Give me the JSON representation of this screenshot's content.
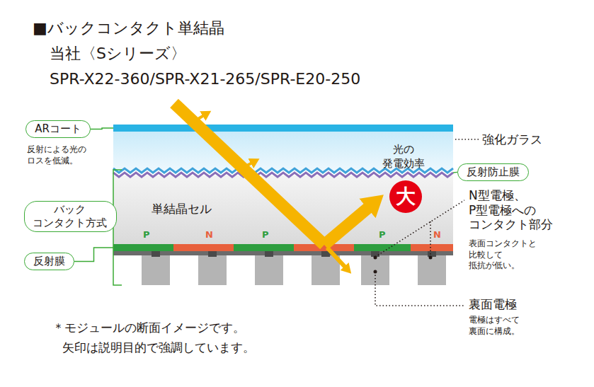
{
  "diagram": {
    "title": "■バックコンタクト単結晶",
    "nodes": [
      {
        "text": [
          "ARコート"
        ]
      },
      {
        "text": [
          "反射防止膜"
        ]
      },
      {
        "text": [
          "大"
        ]
      },
      {
        "text": [
          "バック コンタクト方式"
        ]
      },
      {
        "text": [
          "反射膜"
        ]
      }
    ],
    "labels": [
      "当社〈Sシリーズ〉",
      "SPR-X22-360/SPR-X21-265/SPR-E20-250",
      "反射による光の ロスを低減。",
      "光の 発電効率",
      "単結晶セル",
      "P",
      "N",
      "P",
      "P",
      "N",
      "強化ガラス",
      "N型電極、 P型電極への コンタクト部分",
      "表面コンタクトと 比較して 抵抗が低い。",
      "裏面電極",
      "電極はすべて 裏面に構成。",
      "＊モジュールの断面イメージです。",
      "矢印は説明目的で強調しています。"
    ]
  }
}
